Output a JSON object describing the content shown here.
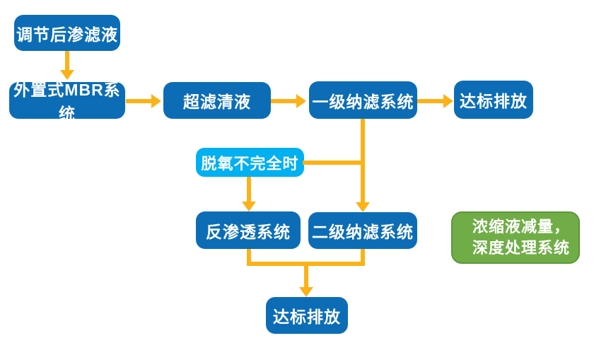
{
  "diagram": {
    "type": "flowchart",
    "subject": "leachate-treatment-process",
    "nodes": {
      "adjusted_leachate": {
        "label": "调节后渗滤液"
      },
      "external_mbr": {
        "label": "外置式MBR系统"
      },
      "uf_clear_liquid": {
        "label": "超滤清液"
      },
      "nf_stage1": {
        "label": "一级纳滤系统"
      },
      "discharge_top": {
        "label": "达标排放"
      },
      "deoxygen_incomplete": {
        "label": "脱氧不完全时"
      },
      "reverse_osmosis": {
        "label": "反渗透系统"
      },
      "nf_stage2": {
        "label": "二级纳滤系统"
      },
      "discharge_bottom": {
        "label": "达标排放"
      },
      "concentrate_note": {
        "line1": "浓缩液减量，",
        "line2": "深度处理系统"
      }
    },
    "colors": {
      "process_box_blue": "#0c6db6",
      "condition_box_light_blue": "#00b0f0",
      "note_box_green": "#70ad47",
      "note_box_green_border": "#5d9638",
      "arrow_orange": "#fcb216",
      "text": "#ffffff",
      "background": "#ffffff"
    }
  }
}
